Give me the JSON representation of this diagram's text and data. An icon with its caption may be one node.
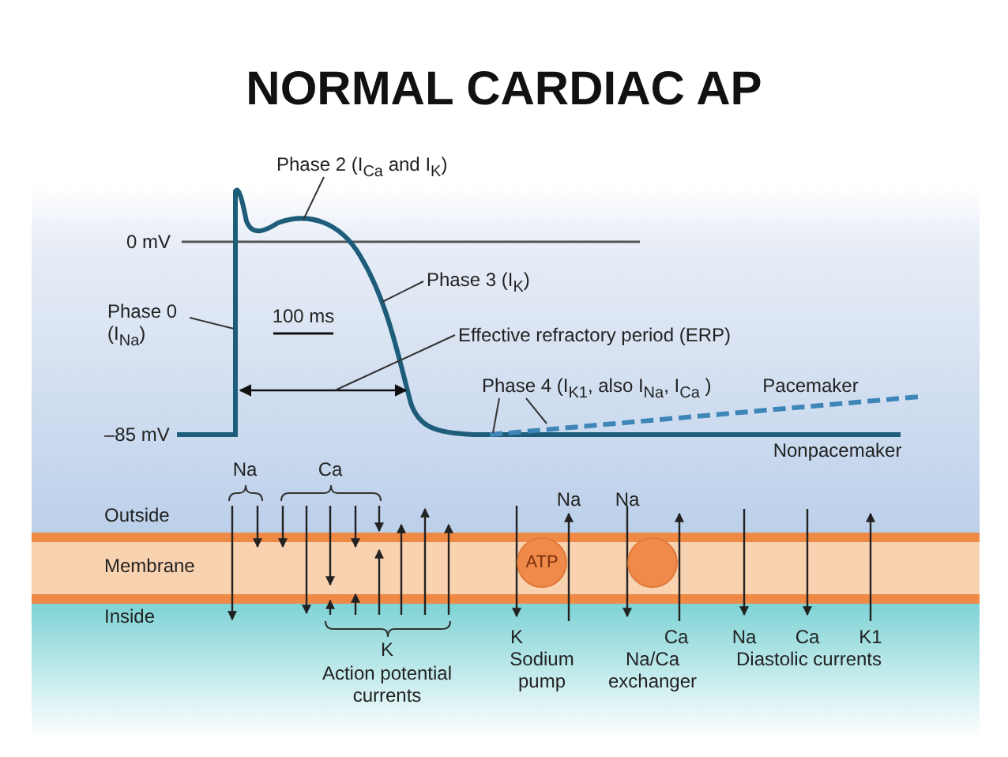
{
  "diagram": {
    "title": "NORMAL CARDIAC AP",
    "nodes": [
      {
        "text": [
          "Phase 2 (I$_{Ca}$ and I$_{K}$)"
        ]
      },
      {
        "text": [
          "Phase 0 (I$_{Na}$)"
        ]
      },
      {
        "text": [
          "Phase 3 (I$_{K}$)"
        ]
      },
      {
        "text": [
          "Effective refractory period (ERP)"
        ]
      },
      {
        "text": [
          "Phase 4 (I$_{K1}$, also I$_{Na}$, I$_{Ca}$ )"
        ]
      },
      {
        "text": [
          "ATP"
        ]
      },
      {
        "text": [],
        "shape": "circle"
      }
    ],
    "edges": [
      {
        "from": 0,
        "to": null,
        "arrow": "none"
      },
      {
        "from": 1,
        "to": null,
        "arrow": "none"
      },
      {
        "from": 2,
        "to": null,
        "arrow": "none"
      },
      {
        "from": 3,
        "to": null,
        "arrow": "none"
      },
      {
        "from": 4,
        "to": null,
        "arrow": "none"
      },
      {
        "from": 4,
        "to": null,
        "arrow": "none"
      }
    ],
    "labels": [
      "0 mV",
      "100 ms",
      "–85 mV",
      "Pacemaker",
      "Nonpacemaker",
      "Na",
      "Ca",
      "Outside",
      "Na",
      "Na",
      "Membrane",
      "Inside",
      "K",
      "Ca",
      "Na",
      "Ca",
      "K1",
      "K",
      "Sodium pump",
      "Na/Ca exchanger",
      "Diastolic currents",
      "Action potential currents"
    ]
  }
}
